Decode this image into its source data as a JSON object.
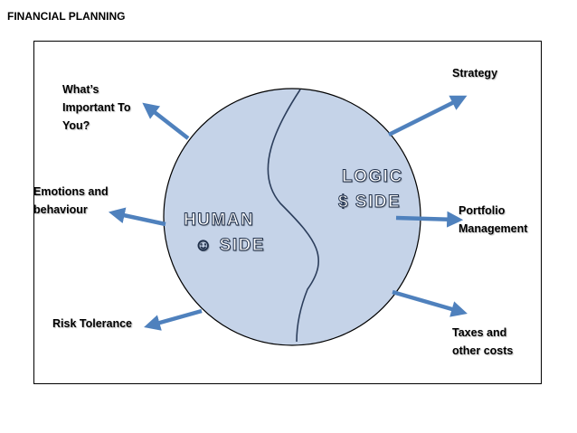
{
  "page_title": "FINANCIAL PLANNING",
  "colors": {
    "circle_fill": "#c5d3e8",
    "circle_stroke": "#000000",
    "arrow": "#4f81bd",
    "divider": "#2c3e5c"
  },
  "circle": {
    "human_side": [
      "HUMAN",
      "☺ SIDE"
    ],
    "logic_side": [
      "LOGIC",
      "$ SIDE"
    ]
  },
  "labels": {
    "important": [
      "What’s",
      "Important To",
      "You?"
    ],
    "emotions": [
      "Emotions and",
      "behaviour"
    ],
    "risk": [
      "Risk Tolerance"
    ],
    "strategy": [
      "Strategy"
    ],
    "portfolio": [
      "Portfolio",
      "Management"
    ],
    "taxes": [
      "Taxes and",
      "other costs"
    ]
  }
}
